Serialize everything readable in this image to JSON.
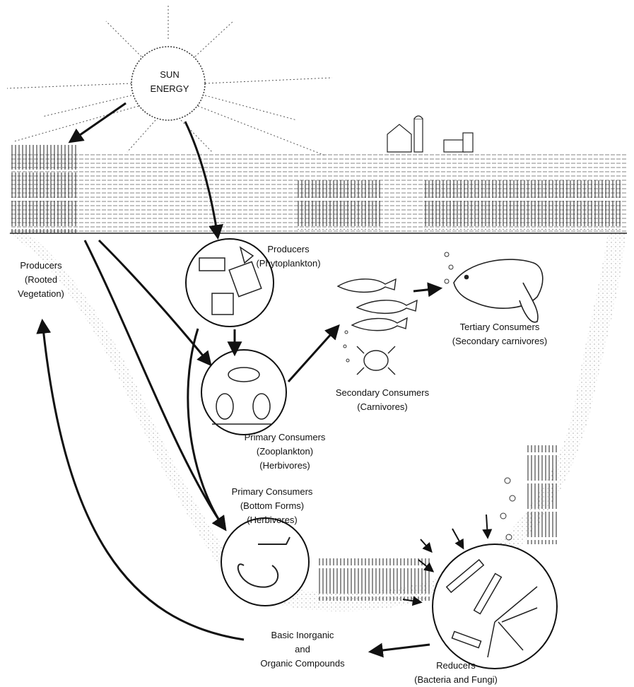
{
  "labels": {
    "sun": [
      "SUN",
      "ENERGY"
    ],
    "producers_rooted": [
      "Producers",
      "(Rooted",
      "Vegetation)"
    ],
    "producers_phyto": [
      "Producers",
      "(Phytoplankton)"
    ],
    "tertiary": [
      "Tertiary Consumers",
      "(Secondary carnivores)"
    ],
    "secondary": [
      "Secondary Consumers",
      "(Carnivores)"
    ],
    "primary_zoo": [
      "Primary Consumers",
      "(Zooplankton)",
      "(Herbivores)"
    ],
    "primary_bottom": [
      "Primary Consumers",
      "(Bottom Forms)",
      "(Herbivores)"
    ],
    "compounds": [
      "Basic Inorganic",
      "and",
      "Organic Compounds"
    ],
    "reducers": [
      "Reducers",
      "(Bacteria and Fungi)"
    ]
  },
  "colors": {
    "ink": "#111111",
    "paper": "#ffffff"
  }
}
